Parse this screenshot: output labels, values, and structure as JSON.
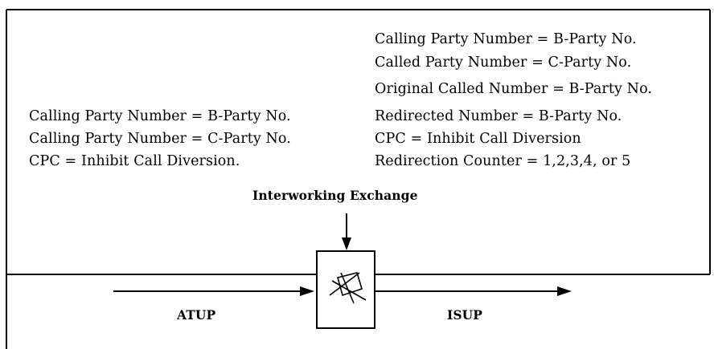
{
  "left_params": [
    "Calling Party Number = B-Party No.",
    "Calling Party Number = C-Party No.",
    "CPC = Inhibit Call Diversion."
  ],
  "right_params": [
    "Calling Party Number = B-Party No.",
    "Called Party Number = C-Party No.",
    "Original Called Number = B-Party No.",
    "Redirected Number = B-Party No.",
    "CPC = Inhibit Call Diversion",
    "Redirection Counter = 1,2,3,4, or 5"
  ],
  "exchange_label": "Interworking Exchange",
  "incoming_protocol": "ATUP",
  "outgoing_protocol": "ISUP"
}
